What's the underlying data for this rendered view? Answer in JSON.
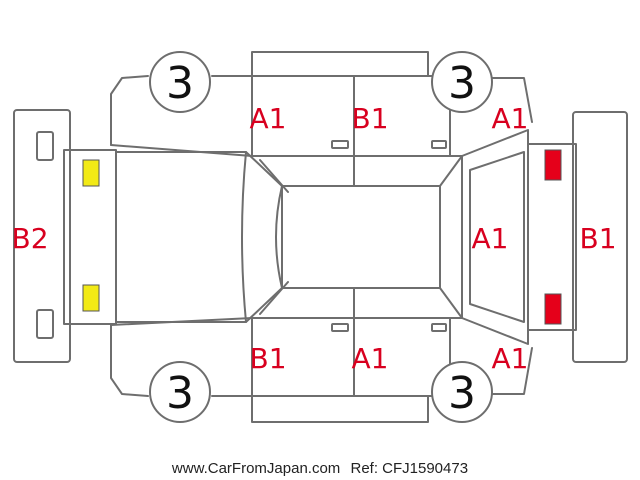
{
  "colors": {
    "line": "#6e6e6e",
    "damage_label": "#d8001f",
    "wheel_number": "#111111",
    "yellow_marker": "#f2ea16",
    "red_marker": "#e5001a",
    "footer_text": "#222222"
  },
  "wheels": {
    "front_left": "3",
    "front_right": "3",
    "rear_left": "3",
    "rear_right": "3"
  },
  "panels": {
    "top_front_door": "A1",
    "top_rear_door": "B1",
    "top_rear_corner": "A1",
    "front_bumper": "B2",
    "rear_window": "A1",
    "rear_bumper": "B1",
    "bottom_front_door": "B1",
    "bottom_rear_door": "A1",
    "bottom_rear_corner": "A1"
  },
  "markers": {
    "front": "yellow-square-icon",
    "rear": "red-square-icon"
  },
  "footer": {
    "site": "www.CarFromJapan.com",
    "ref": "Ref: CFJ1590473"
  }
}
